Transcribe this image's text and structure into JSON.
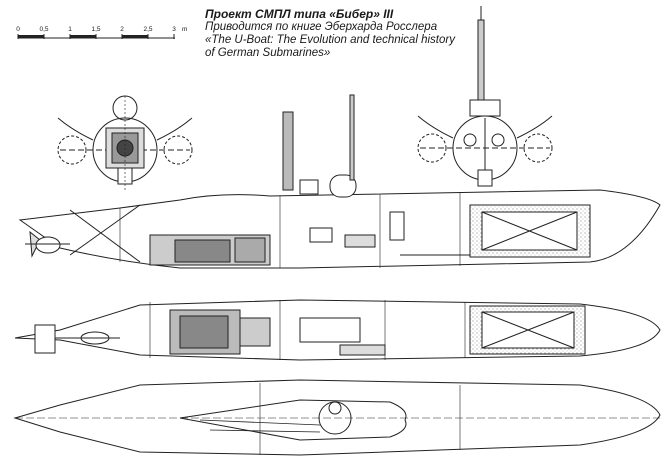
{
  "caption": {
    "title": "Проект СМПЛ типа «Бибер» III",
    "line1": "Приводится по книге Эберхарда Росслера",
    "line2": "«The U-Boat: The Evolution and technical history",
    "line3": "of German Submarines»"
  },
  "scale_bar": {
    "labels": [
      "0",
      "0,5",
      "1",
      "1,5",
      "2",
      "2,5",
      "3"
    ],
    "unit": "m"
  }
}
